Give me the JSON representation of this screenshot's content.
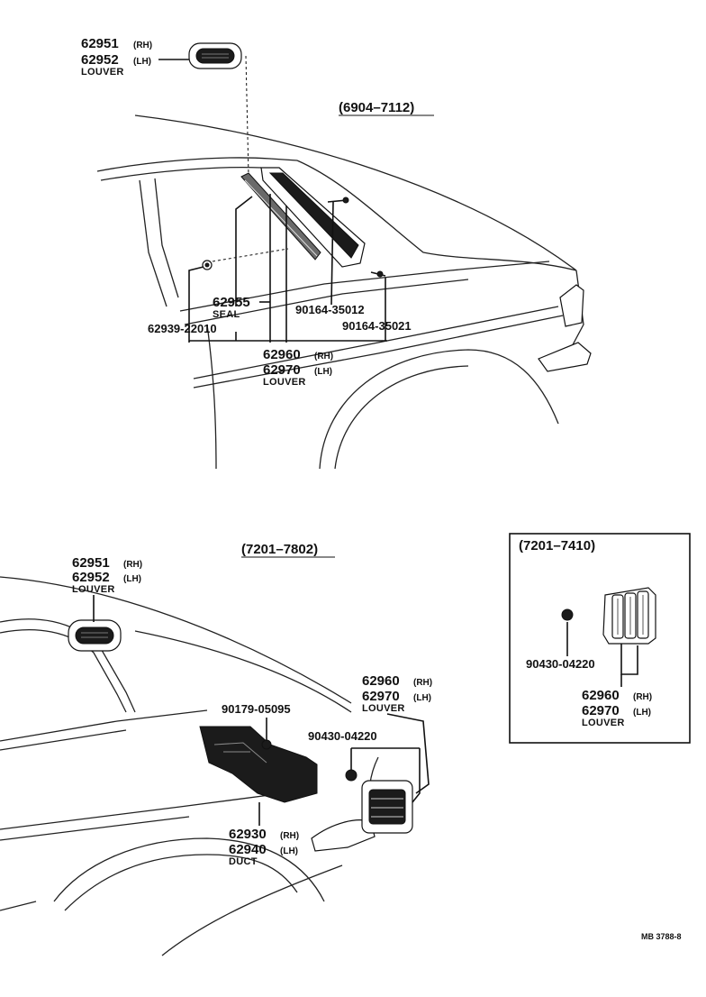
{
  "diagram": {
    "top_section": {
      "period": "(6904–7112)",
      "parts": {
        "louver_small": {
          "rh": "62951",
          "rh_tag": "(RH)",
          "lh": "62952",
          "lh_tag": "(LH)",
          "name": "LOUVER"
        },
        "seal": {
          "number": "62955",
          "name": "SEAL"
        },
        "clip": {
          "number": "62939-22010"
        },
        "screw_a": {
          "number": "90164-35012"
        },
        "screw_b": {
          "number": "90164-35021"
        },
        "louver_main": {
          "rh": "62960",
          "rh_tag": "(RH)",
          "lh": "62970",
          "lh_tag": "(LH)",
          "name": "LOUVER"
        }
      }
    },
    "bottom_section": {
      "period": "(7201–7802)",
      "parts": {
        "louver_small": {
          "rh": "62951",
          "rh_tag": "(RH)",
          "lh": "62952",
          "lh_tag": "(LH)",
          "name": "LOUVER"
        },
        "louver_rear": {
          "rh": "62960",
          "rh_tag": "(RH)",
          "lh": "62970",
          "lh_tag": "(LH)",
          "name": "LOUVER"
        },
        "nut": {
          "number": "90179-05095"
        },
        "grommet": {
          "number": "90430-04220"
        },
        "duct": {
          "rh": "62930",
          "rh_tag": "(RH)",
          "lh": "62940",
          "lh_tag": "(LH)",
          "name": "DUCT"
        }
      }
    },
    "inset": {
      "period": "(7201–7410)",
      "parts": {
        "grommet": {
          "number": "90430-04220"
        },
        "louver": {
          "rh": "62960",
          "rh_tag": "(RH)",
          "lh": "62970",
          "lh_tag": "(LH)",
          "name": "LOUVER"
        }
      }
    },
    "reference": "MB 3788-8"
  }
}
